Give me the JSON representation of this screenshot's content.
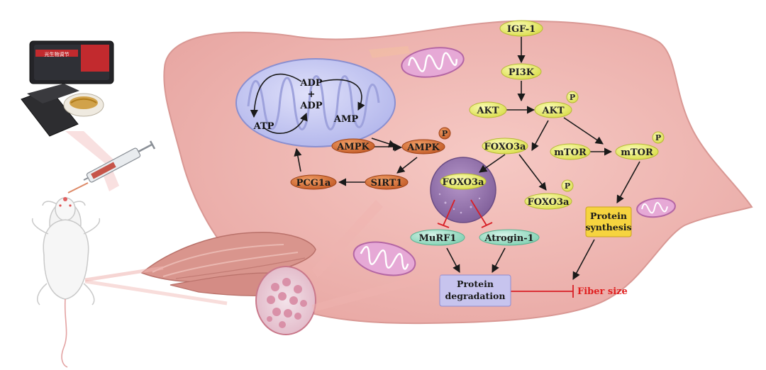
{
  "pathway": {
    "igf1": "IGF-1",
    "pi3k": "PI3K",
    "akt": "AKT",
    "akt_p": "AKT",
    "mtor": "mTOR",
    "mtor_p": "mTOR",
    "foxo3a": "FOXO3a",
    "foxo3a_nuclear": "FOXO3a",
    "foxo3a_p": "FOXO3a",
    "phospho_mark": "P"
  },
  "energy": {
    "ampk": "AMPK",
    "ampk_p": "AMPK",
    "sirt1": "SIRT1",
    "pcg1a": "PCG1a",
    "atp": "ATP",
    "adp_top": "ADP",
    "plus": "+",
    "adp_bottom": "ADP",
    "amp": "AMP"
  },
  "degradation": {
    "murf1": "MuRF1",
    "atrogin1": "Atrogin-1",
    "protein_degradation_line1": "Protein",
    "protein_degradation_line2": "degradation",
    "protein_synthesis_line1": "Protein",
    "protein_synthesis_line2": "synthesis",
    "fiber_size": "Fiber size"
  },
  "device": {
    "screen_text": "光生物调节"
  },
  "colors": {
    "cell_fill": "#f0bbb6",
    "yellow_node": "#eef07a",
    "orange_node": "#d8703a",
    "teal_node": "#a2dfc9",
    "nucleus": "#9a7bb0",
    "degradation_box": "#c7c4ee",
    "synthesis_box": "#f6d43f",
    "fiber_size_text": "#e02020",
    "mito_fill": "#c9ccf2"
  }
}
